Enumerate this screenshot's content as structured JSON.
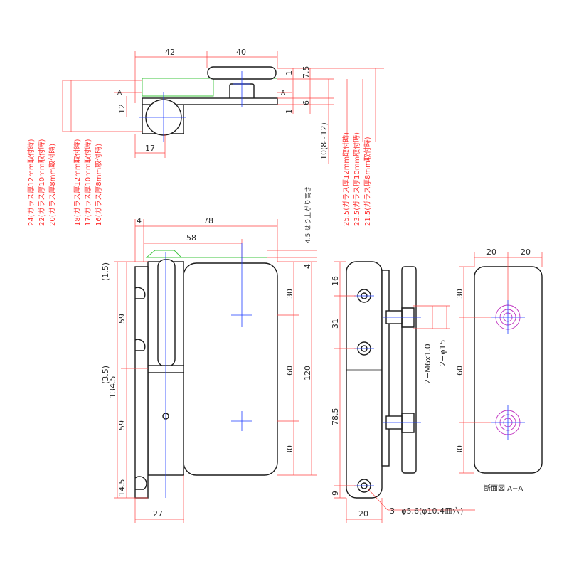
{
  "colors": {
    "dimension": "#ff4040",
    "centerline": "#1e3cff",
    "glass": "#3cc43c",
    "object": "#1a1a1a",
    "section_hole": "#c030c0"
  },
  "top_view": {
    "dims": {
      "w42": "42",
      "w40": "40",
      "h12": "12",
      "w17": "17",
      "r1a": "1",
      "r75": "7.5",
      "r1b": "1",
      "r6": "6",
      "range": "10(8~12)",
      "section_a_left": "A",
      "section_a_right": "A"
    },
    "left_notes": [
      "24(ガラス厚12mm取付時)",
      "22(ガラス厚10mm取付時)",
      "20(ガラス厚8mm取付時)"
    ],
    "right_notes": [
      "25.5(ガラス厚12mm取付時)",
      "23.5(ガラス厚10mm取付時)",
      "21.5(ガラス厚8mm取付時)"
    ]
  },
  "front_view": {
    "dims": {
      "w4": "4",
      "w78": "78",
      "w58": "58",
      "w27": "27",
      "h15": "(1.5)",
      "h59a": "59",
      "h35": "(3.5)",
      "h1345": "134.5",
      "h59b": "59",
      "h145": "14.5",
      "r30a": "30",
      "r60": "60",
      "r120": "120",
      "r30b": "30",
      "lift": "4.5 せり上がり高さ",
      "r4": "4"
    },
    "notes": [
      "18(ガラス厚12mm取付時)",
      "17(ガラス厚10mm取付時)",
      "16(ガラス厚8mm取付時)"
    ]
  },
  "side_view": {
    "dims": {
      "v16": "16",
      "v31": "31",
      "v785": "78.5",
      "v9": "9",
      "w20": "20"
    },
    "callouts": {
      "thread": "2−M6x1.0",
      "hole": "2−φ15",
      "holes": "3−φ5.6(φ10.4皿穴)"
    }
  },
  "section_view": {
    "dims": {
      "w20a": "20",
      "w20b": "20",
      "v30a": "30",
      "v60": "60",
      "v30b": "30"
    },
    "title": "断面図 A−A"
  }
}
